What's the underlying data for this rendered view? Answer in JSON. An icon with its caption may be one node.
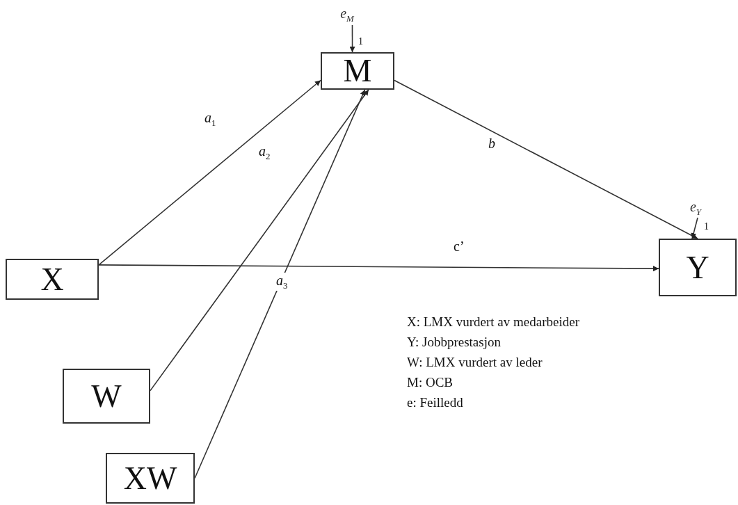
{
  "diagram": {
    "nodes": [
      {
        "text": [
          "M"
        ]
      },
      {
        "text": [
          "X"
        ]
      },
      {
        "text": [
          "Y"
        ]
      },
      {
        "text": [
          "W"
        ]
      },
      {
        "text": [
          "XW"
        ]
      },
      {
        "text": [
          "*e*$_{M}$"
        ]
      },
      {
        "text": [
          "*e*$_{Y}$"
        ]
      }
    ],
    "edges": [
      {
        "from": 1,
        "to": 0,
        "arrow": "to",
        "label": "*a*$_{1}$"
      },
      {
        "from": 3,
        "to": 0,
        "arrow": "to",
        "label": "*a*$_{2}$"
      },
      {
        "from": 4,
        "to": 0,
        "arrow": "to",
        "label": "*a*$_{3}$"
      },
      {
        "from": 0,
        "to": 2,
        "arrow": "to",
        "label": "*b*"
      },
      {
        "from": 1,
        "to": 2,
        "arrow": "to",
        "label": "c’"
      },
      {
        "from": 5,
        "to": 0,
        "arrow": "to",
        "label": "1"
      },
      {
        "from": 6,
        "to": 2,
        "arrow": "to",
        "label": "1"
      }
    ],
    "labels": [
      "X: LMX vurdert av medarbeider",
      "Y: Jobbprestasjon",
      "W: LMX vurdert av leder",
      "M: OCB",
      "e: Feilledd"
    ]
  }
}
